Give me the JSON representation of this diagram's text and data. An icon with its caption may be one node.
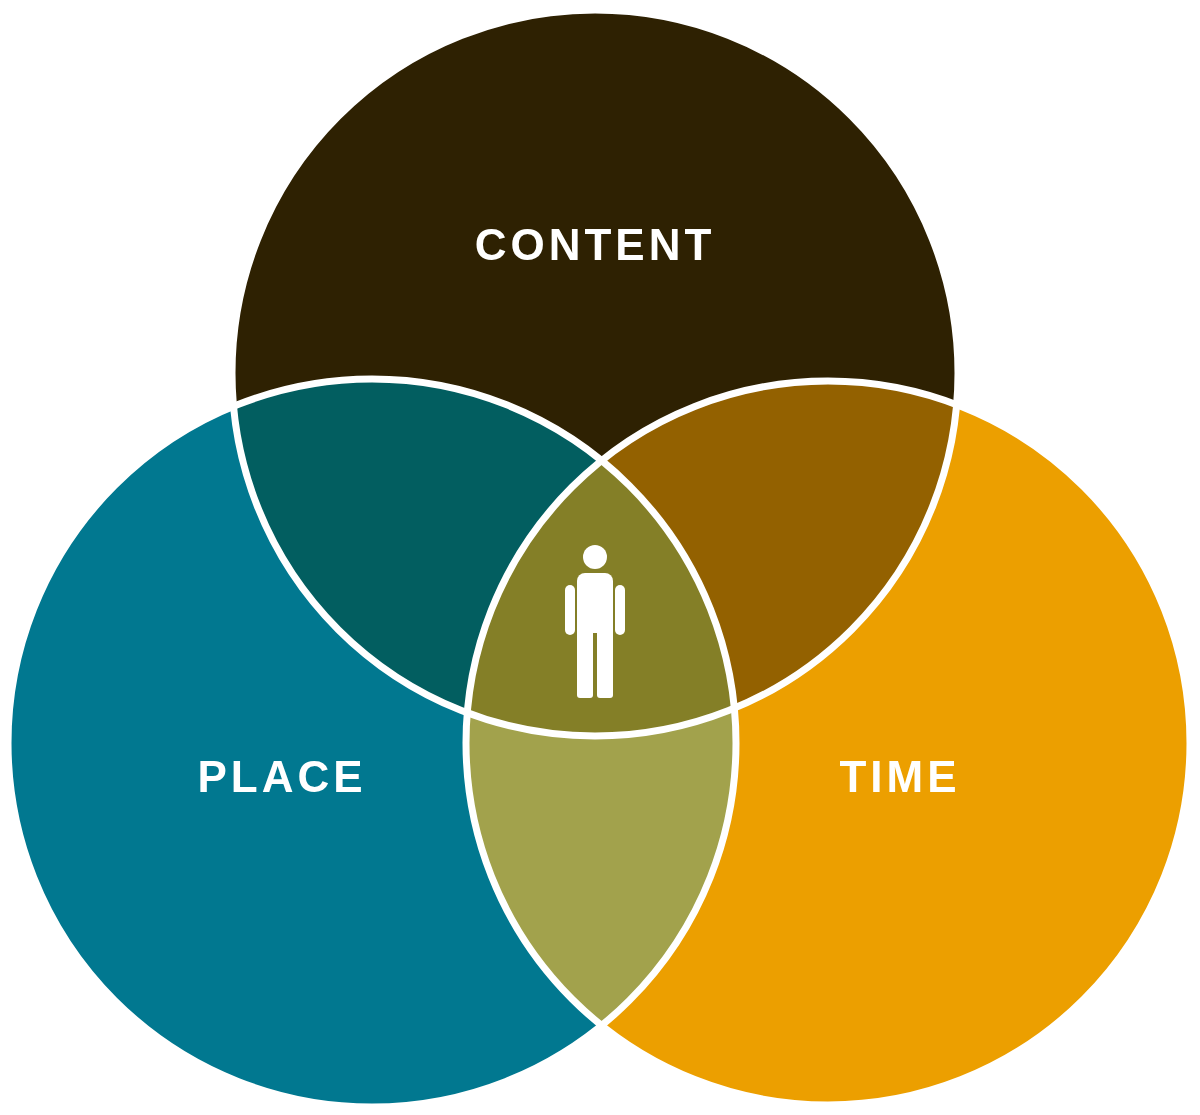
{
  "diagram": {
    "nodes": [
      {
        "text": [
          "CONTENT"
        ]
      },
      {
        "text": [
          "PLACE"
        ]
      },
      {
        "text": [
          "TIME"
        ]
      }
    ]
  }
}
